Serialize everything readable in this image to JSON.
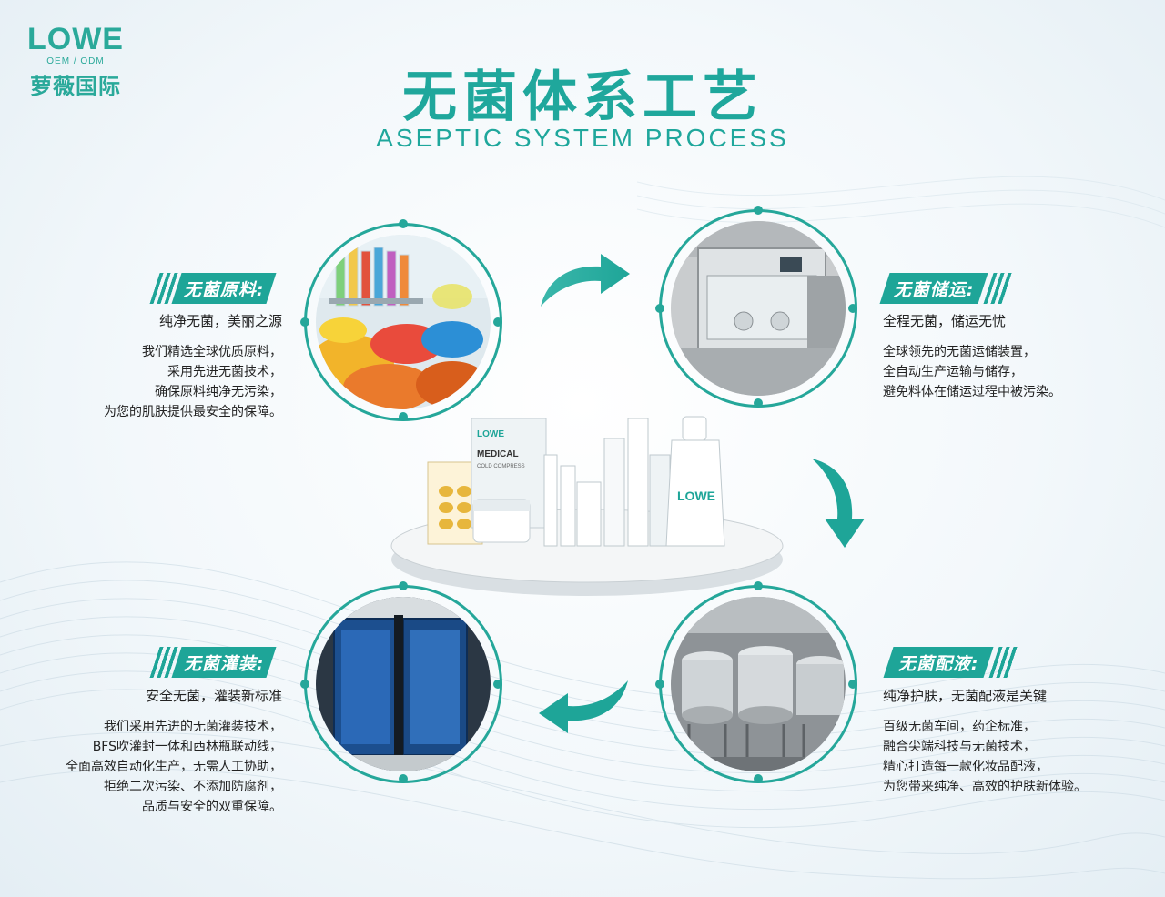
{
  "logo": {
    "brand": "LOWE",
    "sub": "OEM / ODM",
    "cn": "萝薇国际"
  },
  "heading": {
    "cn": "无菌体系工艺",
    "en": "ASEPTIC SYSTEM PROCESS"
  },
  "sections": {
    "materials": {
      "badge": "无菌原料:",
      "lead": "纯净无菌，美丽之源",
      "lines": [
        "我们精选全球优质原料，",
        "采用先进无菌技术，",
        "确保原料纯净无污染，",
        "为您的肌肤提供最安全的保障。"
      ]
    },
    "storage": {
      "badge": "无菌储运:",
      "lead": "全程无菌，储运无忧",
      "lines": [
        "全球领先的无菌运储装置，",
        "全自动生产运输与储存，",
        "避免料体在储运过程中被污染。"
      ]
    },
    "filling": {
      "badge": "无菌灌装:",
      "lead": "安全无菌，灌装新标准",
      "lines": [
        "我们采用先进的无菌灌装技术，",
        "BFS吹灌封一体和西林瓶联动线，",
        "全面高效自动化生产，无需人工协助，",
        "拒绝二次污染、不添加防腐剂，",
        "品质与安全的双重保障。"
      ]
    },
    "mixing": {
      "badge": "无菌配液:",
      "lead": "纯净护肤，无菌配液是关键",
      "lines": [
        "百级无菌车间，药企标准，",
        "融合尖端科技与无菌技术，",
        "精心打造每一款化妆品配液，",
        "为您带来纯净、高效的护肤新体验。"
      ]
    }
  },
  "product": {
    "brand": "LOWE",
    "label": "MEDICAL",
    "sub": "COLD COMPRESS"
  },
  "colors": {
    "teal": "#1ea598",
    "teal_light": "#4fc3b8"
  },
  "icons": [
    "arrow-right-icon",
    "arrow-down-icon",
    "arrow-left-icon",
    "arrow-up-icon"
  ]
}
